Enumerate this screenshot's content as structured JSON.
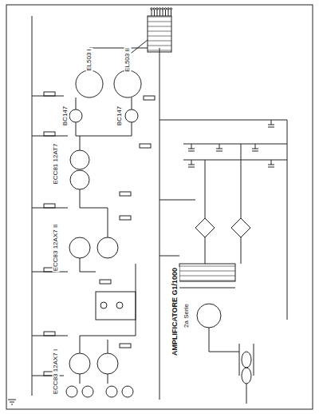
{
  "diagram": {
    "title": "AMPLIFICATORE G1/1000",
    "labels": [
      "2a Serie",
      "ECC83 12AX7 I",
      "ECC83 12AX7 II",
      "ECC81 12AT7",
      "EL503 I",
      "EL503 II",
      "BC147",
      "BC147"
    ]
  }
}
